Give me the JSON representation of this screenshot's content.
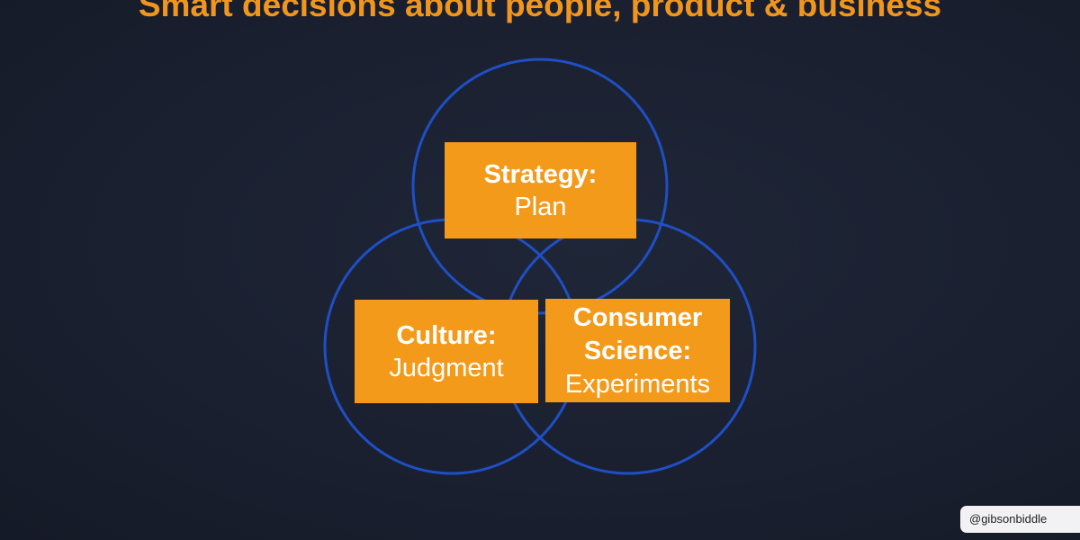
{
  "title": "Smart decisions about people, product & business",
  "diagram": {
    "circle_color": "#1f4fc4",
    "box_color": "#f39a1b",
    "circles": [
      "strategy-circle",
      "culture-circle",
      "consumer-science-circle"
    ],
    "boxes": {
      "strategy": {
        "heading": "Strategy:",
        "sub": "Plan"
      },
      "culture": {
        "heading": "Culture:",
        "sub": "Judgment"
      },
      "consumer": {
        "heading_line1": "Consumer",
        "heading_line2": "Science:",
        "sub": "Experiments"
      }
    }
  },
  "handle": "@gibsonbiddle"
}
